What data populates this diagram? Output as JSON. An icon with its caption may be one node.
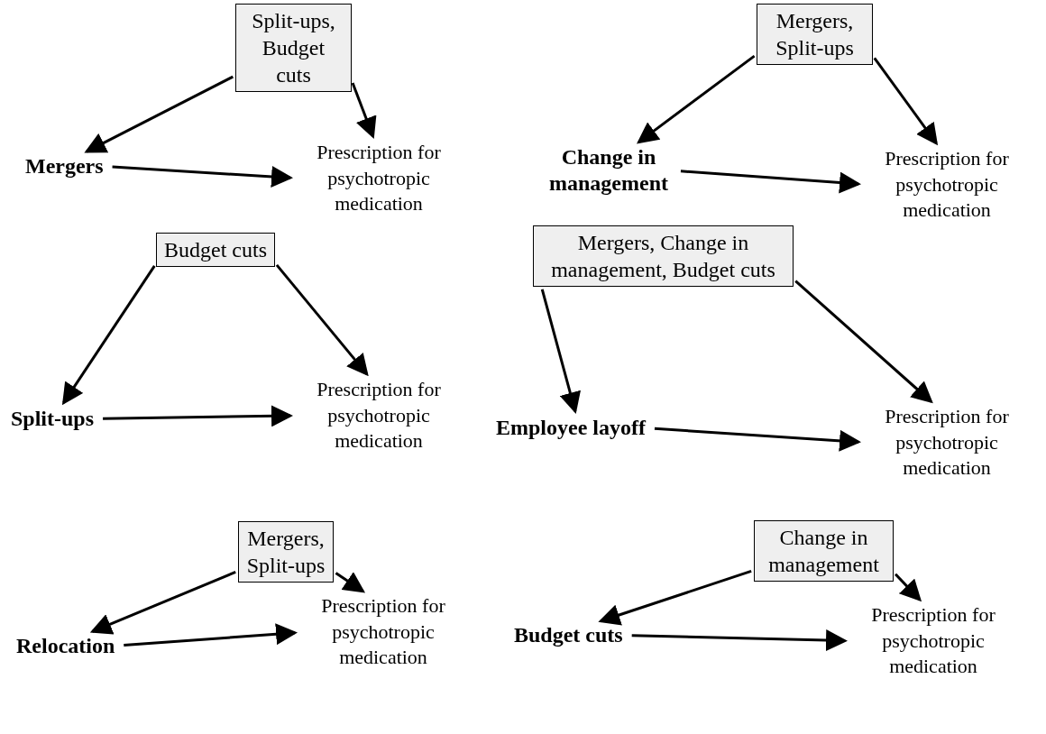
{
  "diagram": {
    "nodes": [
      {
        "text": [
          "Split-ups, Budget cuts"
        ]
      },
      {
        "text": [
          "Mergers"
        ]
      },
      {
        "text": [
          "Prescription for psychotropic medication"
        ]
      },
      {
        "text": [
          "Mergers, Split-ups"
        ]
      },
      {
        "text": [
          "Change in management"
        ]
      },
      {
        "text": [
          "Prescription for psychotropic medication"
        ]
      },
      {
        "text": [
          "Budget cuts"
        ]
      },
      {
        "text": [
          "Split-ups"
        ]
      },
      {
        "text": [
          "Prescription for psychotropic medication"
        ]
      },
      {
        "text": [
          "Mergers, Change in management, Budget cuts"
        ]
      },
      {
        "text": [
          "Employee layoff"
        ]
      },
      {
        "text": [
          "Prescription for psychotropic medication"
        ]
      },
      {
        "text": [
          "Mergers, Split-ups"
        ]
      },
      {
        "text": [
          "Relocation"
        ]
      },
      {
        "text": [
          "Prescription for psychotropic medication"
        ]
      },
      {
        "text": [
          "Change in management"
        ]
      },
      {
        "text": [
          "Budget cuts"
        ]
      },
      {
        "text": [
          "Prescription for psychotropic medication"
        ]
      }
    ],
    "edges": [
      {
        "from": 0,
        "to": 1,
        "arrow": "to"
      },
      {
        "from": 0,
        "to": 2,
        "arrow": "to"
      },
      {
        "from": 1,
        "to": 2,
        "arrow": "to"
      },
      {
        "from": 3,
        "to": 4,
        "arrow": "to"
      },
      {
        "from": 3,
        "to": 5,
        "arrow": "to"
      },
      {
        "from": 4,
        "to": 5,
        "arrow": "to"
      },
      {
        "from": 6,
        "to": 7,
        "arrow": "to"
      },
      {
        "from": 6,
        "to": 8,
        "arrow": "to"
      },
      {
        "from": 7,
        "to": 8,
        "arrow": "to"
      },
      {
        "from": 9,
        "to": 10,
        "arrow": "to"
      },
      {
        "from": 9,
        "to": 11,
        "arrow": "to"
      },
      {
        "from": 10,
        "to": 11,
        "arrow": "to"
      },
      {
        "from": 12,
        "to": 13,
        "arrow": "to"
      },
      {
        "from": 12,
        "to": 14,
        "arrow": "to"
      },
      {
        "from": 13,
        "to": 14,
        "arrow": "to"
      },
      {
        "from": 15,
        "to": 16,
        "arrow": "to"
      },
      {
        "from": 15,
        "to": 17,
        "arrow": "to"
      },
      {
        "from": 16,
        "to": 17,
        "arrow": "to"
      }
    ]
  }
}
